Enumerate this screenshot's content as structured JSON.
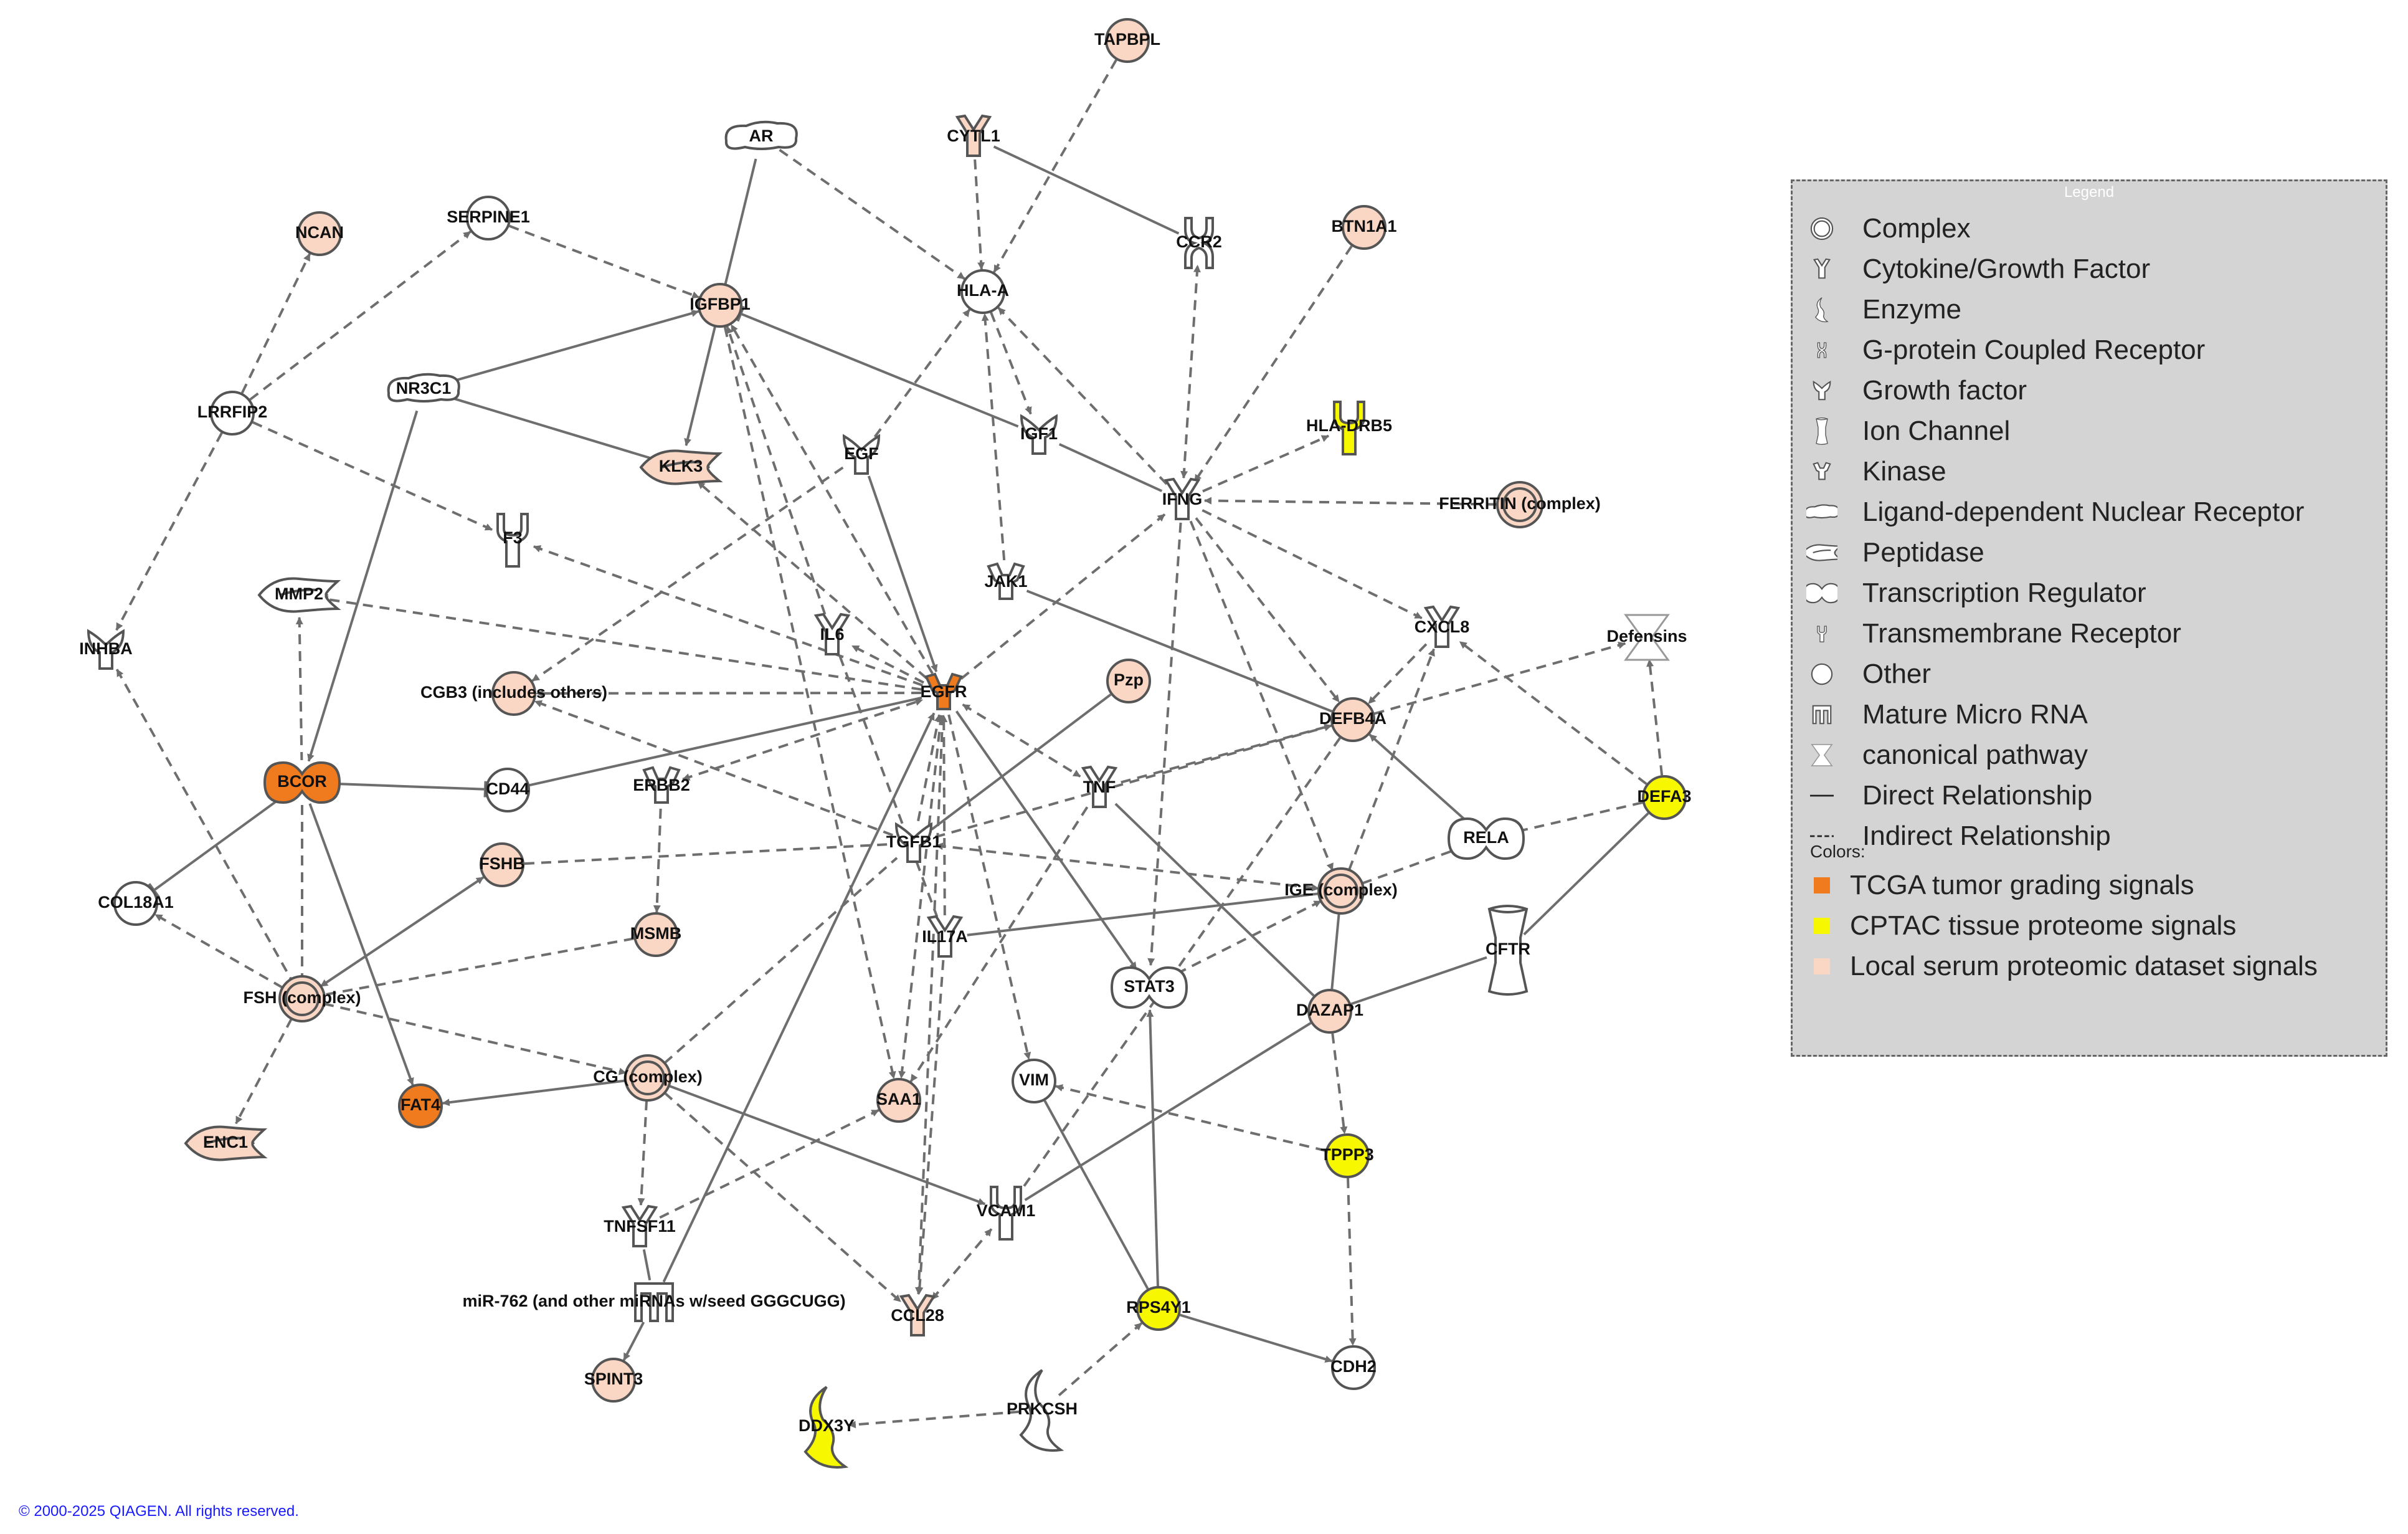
{
  "copyright": "© 2000-2025 QIAGEN. All rights reserved.",
  "colors": {
    "tcga": "#f07a1e",
    "cptac": "#f7f700",
    "serum": "#fad6c4",
    "none": "#ffffff",
    "edge": "#6e6e6e",
    "outline": "#555555"
  },
  "nodes": [
    {
      "id": "TAPBPL",
      "label": "TAPBPL",
      "shape": "other",
      "fill": "serum"
    },
    {
      "id": "CYTL1",
      "label": "CYTL1",
      "shape": "cytokine",
      "fill": "serum"
    },
    {
      "id": "AR",
      "label": "AR",
      "shape": "nuclear-receptor",
      "fill": "none"
    },
    {
      "id": "NCAN",
      "label": "NCAN",
      "shape": "other",
      "fill": "serum"
    },
    {
      "id": "SERPINE1",
      "label": "SERPINE1",
      "shape": "other",
      "fill": "none"
    },
    {
      "id": "IGFBP1",
      "label": "IGFBP1",
      "shape": "other",
      "fill": "serum"
    },
    {
      "id": "HLA-A",
      "label": "HLA-A",
      "shape": "other",
      "fill": "none"
    },
    {
      "id": "CCR2",
      "label": "CCR2",
      "shape": "gpcr",
      "fill": "none"
    },
    {
      "id": "BTN1A1",
      "label": "BTN1A1",
      "shape": "other",
      "fill": "serum"
    },
    {
      "id": "LRRFIP2",
      "label": "LRRFIP2",
      "shape": "other",
      "fill": "none"
    },
    {
      "id": "NR3C1",
      "label": "NR3C1",
      "shape": "nuclear-receptor",
      "fill": "none"
    },
    {
      "id": "HLA-DRB5",
      "label": "HLA-DRB5",
      "shape": "transmembrane",
      "fill": "cptac"
    },
    {
      "id": "IGF1",
      "label": "IGF1",
      "shape": "growth-factor",
      "fill": "none"
    },
    {
      "id": "EGF",
      "label": "EGF",
      "shape": "growth-factor",
      "fill": "none"
    },
    {
      "id": "KLK3",
      "label": "KLK3",
      "shape": "peptidase",
      "fill": "serum"
    },
    {
      "id": "IFNG",
      "label": "IFNG",
      "shape": "cytokine",
      "fill": "none"
    },
    {
      "id": "FERRITIN",
      "label": "FERRITIN (complex)",
      "shape": "complex",
      "fill": "serum"
    },
    {
      "id": "F3",
      "label": "F3",
      "shape": "transmembrane",
      "fill": "none"
    },
    {
      "id": "MMP2",
      "label": "MMP2",
      "shape": "peptidase",
      "fill": "none"
    },
    {
      "id": "JAK1",
      "label": "JAK1",
      "shape": "kinase",
      "fill": "none"
    },
    {
      "id": "IL6",
      "label": "IL6",
      "shape": "cytokine",
      "fill": "none"
    },
    {
      "id": "CXCL8",
      "label": "CXCL8",
      "shape": "cytokine",
      "fill": "none"
    },
    {
      "id": "Defensins",
      "label": "Defensins",
      "shape": "pathway",
      "fill": "none"
    },
    {
      "id": "INHBA",
      "label": "INHBA",
      "shape": "growth-factor",
      "fill": "none"
    },
    {
      "id": "CGB3",
      "label": "CGB3 (includes others)",
      "shape": "other",
      "fill": "serum"
    },
    {
      "id": "EGFR",
      "label": "EGFR",
      "shape": "kinase",
      "fill": "tcga"
    },
    {
      "id": "Pzp",
      "label": "Pzp",
      "shape": "other",
      "fill": "serum"
    },
    {
      "id": "DEFB4A",
      "label": "DEFB4A",
      "shape": "other",
      "fill": "serum"
    },
    {
      "id": "BCOR",
      "label": "BCOR",
      "shape": "transcription-regulator",
      "fill": "tcga"
    },
    {
      "id": "CD44",
      "label": "CD44",
      "shape": "other",
      "fill": "none"
    },
    {
      "id": "ERBB2",
      "label": "ERBB2",
      "shape": "kinase",
      "fill": "none"
    },
    {
      "id": "TNF",
      "label": "TNF",
      "shape": "cytokine",
      "fill": "none"
    },
    {
      "id": "DEFA3",
      "label": "DEFA3",
      "shape": "other",
      "fill": "cptac"
    },
    {
      "id": "RELA",
      "label": "RELA",
      "shape": "transcription-regulator",
      "fill": "none"
    },
    {
      "id": "TGFB1",
      "label": "TGFB1",
      "shape": "growth-factor",
      "fill": "none"
    },
    {
      "id": "FSHB",
      "label": "FSHB",
      "shape": "other",
      "fill": "serum"
    },
    {
      "id": "IGE",
      "label": "IGE (complex)",
      "shape": "complex",
      "fill": "serum"
    },
    {
      "id": "COL18A1",
      "label": "COL18A1",
      "shape": "other",
      "fill": "none"
    },
    {
      "id": "MSMB",
      "label": "MSMB",
      "shape": "other",
      "fill": "serum"
    },
    {
      "id": "IL17A",
      "label": "IL17A",
      "shape": "cytokine",
      "fill": "none"
    },
    {
      "id": "CFTR",
      "label": "CFTR",
      "shape": "ion-channel",
      "fill": "none"
    },
    {
      "id": "STAT3",
      "label": "STAT3",
      "shape": "transcription-regulator",
      "fill": "none"
    },
    {
      "id": "FSH",
      "label": "FSH (complex)",
      "shape": "complex",
      "fill": "serum"
    },
    {
      "id": "DAZAP1",
      "label": "DAZAP1",
      "shape": "other",
      "fill": "serum"
    },
    {
      "id": "CG",
      "label": "CG (complex)",
      "shape": "complex",
      "fill": "serum"
    },
    {
      "id": "VIM",
      "label": "VIM",
      "shape": "other",
      "fill": "none"
    },
    {
      "id": "FAT4",
      "label": "FAT4",
      "shape": "other",
      "fill": "tcga"
    },
    {
      "id": "SAA1",
      "label": "SAA1",
      "shape": "other",
      "fill": "serum"
    },
    {
      "id": "TPPP3",
      "label": "TPPP3",
      "shape": "other",
      "fill": "cptac"
    },
    {
      "id": "ENC1",
      "label": "ENC1",
      "shape": "peptidase",
      "fill": "serum"
    },
    {
      "id": "VCAM1",
      "label": "VCAM1",
      "shape": "transmembrane",
      "fill": "none"
    },
    {
      "id": "TNFSF11",
      "label": "TNFSF11",
      "shape": "cytokine",
      "fill": "none"
    },
    {
      "id": "miR762",
      "label": "miR-762 (and other miRNAs w/seed GGGCUGG)",
      "shape": "mirna",
      "fill": "none"
    },
    {
      "id": "CCL28",
      "label": "CCL28",
      "shape": "cytokine",
      "fill": "serum"
    },
    {
      "id": "RPS4Y1",
      "label": "RPS4Y1",
      "shape": "other",
      "fill": "cptac"
    },
    {
      "id": "CDH2",
      "label": "CDH2",
      "shape": "other",
      "fill": "none"
    },
    {
      "id": "SPINT3",
      "label": "SPINT3",
      "shape": "other",
      "fill": "serum"
    },
    {
      "id": "PRKCSH",
      "label": "PRKCSH",
      "shape": "enzyme",
      "fill": "none"
    },
    {
      "id": "DDX3Y",
      "label": "DDX3Y",
      "shape": "enzyme",
      "fill": "cptac"
    }
  ],
  "edges": [
    {
      "from": "LRRFIP2",
      "to": "NCAN",
      "style": "indirect",
      "arrow": "end"
    },
    {
      "from": "LRRFIP2",
      "to": "SERPINE1",
      "style": "indirect",
      "arrow": "end"
    },
    {
      "from": "LRRFIP2",
      "to": "INHBA",
      "style": "indirect",
      "arrow": "end"
    },
    {
      "from": "LRRFIP2",
      "to": "F3",
      "style": "indirect",
      "arrow": "end"
    },
    {
      "from": "SERPINE1",
      "to": "IGFBP1",
      "style": "indirect",
      "arrow": "end"
    },
    {
      "from": "NR3C1",
      "to": "IGFBP1",
      "style": "direct",
      "arrow": "end"
    },
    {
      "from": "NR3C1",
      "to": "KLK3",
      "style": "direct",
      "arrow": "end"
    },
    {
      "from": "NR3C1",
      "to": "BCOR",
      "style": "direct",
      "arrow": "end"
    },
    {
      "from": "AR",
      "to": "KLK3",
      "style": "direct",
      "arrow": "end"
    },
    {
      "from": "AR",
      "to": "HLA-A",
      "style": "indirect",
      "arrow": "end"
    },
    {
      "from": "CYTL1",
      "to": "HLA-A",
      "style": "indirect",
      "arrow": "end"
    },
    {
      "from": "CYTL1",
      "to": "CCR2",
      "style": "direct",
      "arrow": "none"
    },
    {
      "from": "TAPBPL",
      "to": "HLA-A",
      "style": "indirect",
      "arrow": "end"
    },
    {
      "from": "HLA-A",
      "to": "IGF1",
      "style": "indirect",
      "arrow": "end"
    },
    {
      "from": "IGFBP1",
      "to": "IGF1",
      "style": "direct",
      "arrow": "inhibit-start"
    },
    {
      "from": "IGFBP1",
      "to": "SAA1",
      "style": "indirect",
      "arrow": "end"
    },
    {
      "from": "EGFR",
      "to": "IGFBP1",
      "style": "indirect",
      "arrow": "end"
    },
    {
      "from": "EGF",
      "to": "HLA-A",
      "style": "indirect",
      "arrow": "end"
    },
    {
      "from": "EGF",
      "to": "CGB3",
      "style": "indirect",
      "arrow": "end"
    },
    {
      "from": "EGF",
      "to": "EGFR",
      "style": "direct",
      "arrow": "end"
    },
    {
      "from": "IGF1",
      "to": "IFNG",
      "style": "direct",
      "arrow": "none"
    },
    {
      "from": "IFNG",
      "to": "HLA-A",
      "style": "indirect",
      "arrow": "end"
    },
    {
      "from": "IFNG",
      "to": "CCR2",
      "style": "indirect",
      "arrow": "both"
    },
    {
      "from": "IFNG",
      "to": "HLA-DRB5",
      "style": "indirect",
      "arrow": "end"
    },
    {
      "from": "FERRITIN",
      "to": "IFNG",
      "style": "indirect",
      "arrow": "end"
    },
    {
      "from": "BTN1A1",
      "to": "IFNG",
      "style": "indirect",
      "arrow": "end"
    },
    {
      "from": "IFNG",
      "to": "CXCL8",
      "style": "indirect",
      "arrow": "end"
    },
    {
      "from": "IFNG",
      "to": "DEFB4A",
      "style": "indirect",
      "arrow": "end"
    },
    {
      "from": "IFNG",
      "to": "IGE",
      "style": "indirect",
      "arrow": "end"
    },
    {
      "from": "IFNG",
      "to": "STAT3",
      "style": "indirect",
      "arrow": "end"
    },
    {
      "from": "EGFR",
      "to": "IFNG",
      "style": "indirect",
      "arrow": "end"
    },
    {
      "from": "JAK1",
      "to": "HLA-A",
      "style": "indirect",
      "arrow": "end"
    },
    {
      "from": "JAK1",
      "to": "DEFB4A",
      "style": "direct",
      "arrow": "none"
    },
    {
      "from": "EGFR",
      "to": "IL6",
      "style": "indirect",
      "arrow": "end"
    },
    {
      "from": "IL6",
      "to": "IGFBP1",
      "style": "indirect",
      "arrow": "end"
    },
    {
      "from": "EGFR",
      "to": "KLK3",
      "style": "indirect",
      "arrow": "end"
    },
    {
      "from": "EGFR",
      "to": "F3",
      "style": "indirect",
      "arrow": "end"
    },
    {
      "from": "EGFR",
      "to": "MMP2",
      "style": "indirect",
      "arrow": "end"
    },
    {
      "from": "EGFR",
      "to": "CGB3",
      "style": "indirect",
      "arrow": "end"
    },
    {
      "from": "CD44",
      "to": "EGFR",
      "style": "direct",
      "arrow": "none"
    },
    {
      "from": "ERBB2",
      "to": "EGFR",
      "style": "indirect",
      "arrow": "both"
    },
    {
      "from": "EGFR",
      "to": "TNF",
      "style": "indirect",
      "arrow": "both"
    },
    {
      "from": "EGFR",
      "to": "STAT3",
      "style": "direct",
      "arrow": "end"
    },
    {
      "from": "EGFR",
      "to": "VIM",
      "style": "indirect",
      "arrow": "end"
    },
    {
      "from": "EGFR",
      "to": "CCL28",
      "style": "indirect",
      "arrow": "end"
    },
    {
      "from": "EGFR",
      "to": "SAA1",
      "style": "indirect",
      "arrow": "end"
    },
    {
      "from": "IL17A",
      "to": "EGFR",
      "style": "indirect",
      "arrow": "end"
    },
    {
      "from": "miR762",
      "to": "EGFR",
      "style": "direct",
      "arrow": "end"
    },
    {
      "from": "TGFB1",
      "to": "EGFR",
      "style": "indirect",
      "arrow": "end"
    },
    {
      "from": "IL6",
      "to": "IL17A",
      "style": "indirect",
      "arrow": "none"
    },
    {
      "from": "INHBA",
      "to": "FSH",
      "style": "indirect",
      "arrow": "start"
    },
    {
      "from": "MMP2",
      "to": "BCOR",
      "style": "indirect",
      "arrow": "start"
    },
    {
      "from": "BCOR",
      "to": "CD44",
      "style": "direct",
      "arrow": "inhibit-end"
    },
    {
      "from": "BCOR",
      "to": "COL18A1",
      "style": "direct",
      "arrow": "inhibit-end"
    },
    {
      "from": "BCOR",
      "to": "FSH",
      "style": "indirect",
      "arrow": "none"
    },
    {
      "from": "BCOR",
      "to": "FAT4",
      "style": "direct",
      "arrow": "end"
    },
    {
      "from": "FSH",
      "to": "COL18A1",
      "style": "indirect",
      "arrow": "end"
    },
    {
      "from": "FSH",
      "to": "FSHB",
      "style": "direct",
      "arrow": "both"
    },
    {
      "from": "FSH",
      "to": "ENC1",
      "style": "indirect",
      "arrow": "end"
    },
    {
      "from": "FSH",
      "to": "CG",
      "style": "indirect",
      "arrow": "end"
    },
    {
      "from": "MSMB",
      "to": "FSH",
      "style": "indirect",
      "arrow": "none"
    },
    {
      "from": "FSHB",
      "to": "TGFB1",
      "style": "indirect",
      "arrow": "none"
    },
    {
      "from": "ERBB2",
      "to": "MSMB",
      "style": "indirect",
      "arrow": "end"
    },
    {
      "from": "TGFB1",
      "to": "CGB3",
      "style": "indirect",
      "arrow": "end"
    },
    {
      "from": "TGFB1",
      "to": "IGE",
      "style": "indirect",
      "arrow": "both"
    },
    {
      "from": "TGFB1",
      "to": "DEFB4A",
      "style": "indirect",
      "arrow": "end"
    },
    {
      "from": "Pzp",
      "to": "TGFB1",
      "style": "direct",
      "arrow": "none"
    },
    {
      "from": "TNF",
      "to": "DEFB4A",
      "style": "indirect",
      "arrow": "end"
    },
    {
      "from": "TNF",
      "to": "DAZAP1",
      "style": "direct",
      "arrow": "none"
    },
    {
      "from": "TNF",
      "to": "SAA1",
      "style": "indirect",
      "arrow": "end"
    },
    {
      "from": "IGE",
      "to": "STAT3",
      "style": "indirect",
      "arrow": "both"
    },
    {
      "from": "IGE",
      "to": "RELA",
      "style": "indirect",
      "arrow": "end"
    },
    {
      "from": "IGE",
      "to": "CXCL8",
      "style": "indirect",
      "arrow": "end"
    },
    {
      "from": "IGE",
      "to": "IL17A",
      "style": "direct",
      "arrow": "none"
    },
    {
      "from": "IGE",
      "to": "DAZAP1",
      "style": "direct",
      "arrow": "none"
    },
    {
      "from": "RELA",
      "to": "DEFB4A",
      "style": "direct",
      "arrow": "end"
    },
    {
      "from": "DEFA3",
      "to": "RELA",
      "style": "indirect",
      "arrow": "end"
    },
    {
      "from": "DEFA3",
      "to": "Defensins",
      "style": "indirect",
      "arrow": "end"
    },
    {
      "from": "DEFA3",
      "to": "CXCL8",
      "style": "indirect",
      "arrow": "end"
    },
    {
      "from": "DEFA3",
      "to": "CFTR",
      "style": "direct",
      "arrow": "none"
    },
    {
      "from": "CFTR",
      "to": "DAZAP1",
      "style": "direct",
      "arrow": "none"
    },
    {
      "from": "DEFB4A",
      "to": "Defensins",
      "style": "indirect",
      "arrow": "end"
    },
    {
      "from": "CXCL8",
      "to": "DEFB4A",
      "style": "indirect",
      "arrow": "end"
    },
    {
      "from": "DEFB4A",
      "to": "VCAM1",
      "style": "indirect",
      "arrow": "none"
    },
    {
      "from": "DAZAP1",
      "to": "TPPP3",
      "style": "indirect",
      "arrow": "end"
    },
    {
      "from": "DAZAP1",
      "to": "VCAM1",
      "style": "direct",
      "arrow": "none"
    },
    {
      "from": "TPPP3",
      "to": "VIM",
      "style": "indirect",
      "arrow": "end"
    },
    {
      "from": "TPPP3",
      "to": "CDH2",
      "style": "indirect",
      "arrow": "end"
    },
    {
      "from": "RPS4Y1",
      "to": "STAT3",
      "style": "direct",
      "arrow": "end"
    },
    {
      "from": "RPS4Y1",
      "to": "CDH2",
      "style": "direct",
      "arrow": "end"
    },
    {
      "from": "RPS4Y1",
      "to": "VIM",
      "style": "direct",
      "arrow": "none"
    },
    {
      "from": "PRKCSH",
      "to": "RPS4Y1",
      "style": "indirect",
      "arrow": "end"
    },
    {
      "from": "PRKCSH",
      "to": "DDX3Y",
      "style": "indirect",
      "arrow": "end"
    },
    {
      "from": "CG",
      "to": "FAT4",
      "style": "direct",
      "arrow": "end"
    },
    {
      "from": "CG",
      "to": "TNFSF11",
      "style": "indirect",
      "arrow": "end"
    },
    {
      "from": "CG",
      "to": "VCAM1",
      "style": "direct",
      "arrow": "end"
    },
    {
      "from": "CG",
      "to": "CCL28",
      "style": "indirect",
      "arrow": "end"
    },
    {
      "from": "CG",
      "to": "TGFB1",
      "style": "indirect",
      "arrow": "none"
    },
    {
      "from": "TNFSF11",
      "to": "SAA1",
      "style": "indirect",
      "arrow": "end"
    },
    {
      "from": "miR762",
      "to": "SPINT3",
      "style": "direct",
      "arrow": "end"
    },
    {
      "from": "miR762",
      "to": "TNFSF11",
      "style": "direct",
      "arrow": "none"
    },
    {
      "from": "CCL28",
      "to": "VCAM1",
      "style": "indirect",
      "arrow": "both"
    },
    {
      "from": "IL17A",
      "to": "CCL28",
      "style": "indirect",
      "arrow": "end"
    }
  ],
  "legend": {
    "title": "Legend",
    "items": [
      {
        "icon": "complex",
        "label": "Complex"
      },
      {
        "icon": "cytokine",
        "label": "Cytokine/Growth Factor"
      },
      {
        "icon": "enzyme",
        "label": "Enzyme"
      },
      {
        "icon": "gpcr",
        "label": "G-protein Coupled Receptor"
      },
      {
        "icon": "growth-factor",
        "label": "Growth factor"
      },
      {
        "icon": "ion-channel",
        "label": "Ion Channel"
      },
      {
        "icon": "kinase",
        "label": "Kinase"
      },
      {
        "icon": "nuclear-receptor",
        "label": "Ligand-dependent Nuclear Receptor"
      },
      {
        "icon": "peptidase",
        "label": "Peptidase"
      },
      {
        "icon": "transcription-regulator",
        "label": "Transcription Regulator"
      },
      {
        "icon": "transmembrane",
        "label": "Transmembrane Receptor"
      },
      {
        "icon": "other",
        "label": "Other"
      },
      {
        "icon": "mirna",
        "label": "Mature Micro RNA"
      },
      {
        "icon": "pathway",
        "label": "canonical pathway"
      },
      {
        "icon": "direct-line",
        "label": "Direct Relationship"
      },
      {
        "icon": "indirect-line",
        "label": "Indirect Relationship"
      }
    ],
    "colors_heading": "Colors:",
    "color_items": [
      {
        "color": "tcga",
        "label": "TCGA tumor grading signals"
      },
      {
        "color": "cptac",
        "label": "CPTAC tissue proteome signals"
      },
      {
        "color": "serum",
        "label": "Local serum proteomic dataset signals"
      }
    ]
  }
}
